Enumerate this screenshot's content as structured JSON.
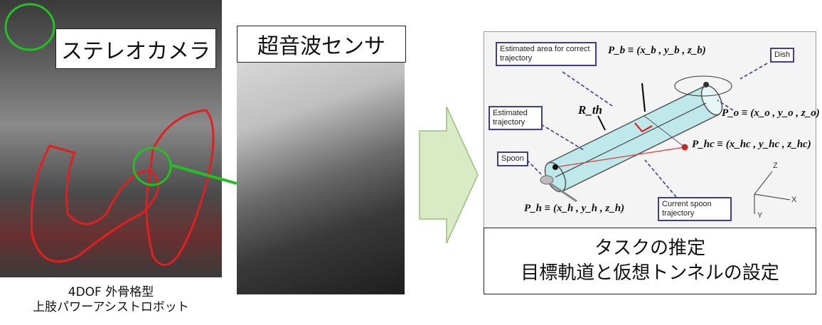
{
  "left": {
    "stereo_camera_label": "ステレオカメラ",
    "ultrasonic_sensor_label": "超音波センサ",
    "robot_label_line1": "4DOF 外骨格型",
    "robot_label_line2": "上肢パワーアシストロボット"
  },
  "diagram": {
    "tag_estimated_area": "Estimated area for correct trajectory",
    "tag_estimated_trajectory": "Estimated trajectory",
    "tag_spoon": "Spoon",
    "tag_dish": "Dish",
    "tag_current_spoon": "Current spoon trajectory",
    "eq_pb": "P_b ≡ (x_b , y_b , z_b)",
    "eq_po": "P_o ≡ (x_o , y_o , z_o)",
    "eq_phc": "P_hc ≡ (x_hc , y_hc , z_hc)",
    "eq_ph": "P_h ≡ (x_h , y_h , z_h)",
    "r_th": "R_th",
    "axis_z": "Z",
    "axis_x": "X",
    "axis_y": "Y"
  },
  "task": {
    "line1": "タスクの推定",
    "line2": "目標軌道と仮想トンネルの設定"
  },
  "colors": {
    "highlight_red": "#e02020",
    "highlight_green": "#22c022",
    "arrow_fill": "#d9ebc4",
    "tag_border": "#3c3c9a",
    "tunnel": "#bfe8ea"
  }
}
